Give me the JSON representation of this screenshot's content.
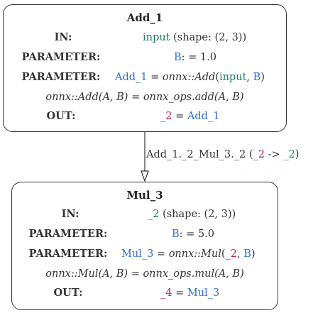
{
  "nodes": [
    {
      "title": "Add_1",
      "in_label": "IN:",
      "in_name": "input",
      "in_shape": "(shape: (2, 3))",
      "param1_label": "PARAMETER:",
      "param1_name": "B",
      "param1_value": ": = 1.0",
      "param2_label": "PARAMETER:",
      "param2_name": "Add_1",
      "param2_eq": " = ",
      "param2_op": "onnx::Add",
      "param2_args_open": "(",
      "param2_arg1": "input",
      "param2_sep": ", ",
      "param2_arg2": "B",
      "param2_args_close": ")",
      "formula": "onnx::Add(A, B) = onnx_ops.add(A, B)",
      "out_label": "OUT:",
      "out_var": "_2",
      "out_eq": " = ",
      "out_name": "Add_1"
    },
    {
      "title": "Mul_3",
      "in_label": "IN:",
      "in_name": "_2",
      "in_shape": "(shape: (2, 3))",
      "param1_label": "PARAMETER:",
      "param1_name": "B",
      "param1_value": ": = 5.0",
      "param2_label": "PARAMETER:",
      "param2_name": "Mul_3",
      "param2_eq": " = ",
      "param2_op": "onnx::Mul",
      "param2_args_open": "(",
      "param2_arg1": "_2",
      "param2_sep": ", ",
      "param2_arg2": "B",
      "param2_args_close": ")",
      "formula": "onnx::Mul(A, B) = onnx_ops.mul(A, B)",
      "out_label": "OUT:",
      "out_var": "_4",
      "out_eq": " = ",
      "out_name": "Mul_3"
    }
  ],
  "edge": {
    "label_main": "Add_1._2_Mul_3._2 (",
    "label_from": "_2",
    "label_arrow": " -> ",
    "label_to": "_2",
    "label_close": ")"
  },
  "colors": {
    "input_name": "#1a7f5a",
    "parameter_name": "#2f6fd0",
    "output_var": "#c2185b",
    "border": "#333333"
  }
}
